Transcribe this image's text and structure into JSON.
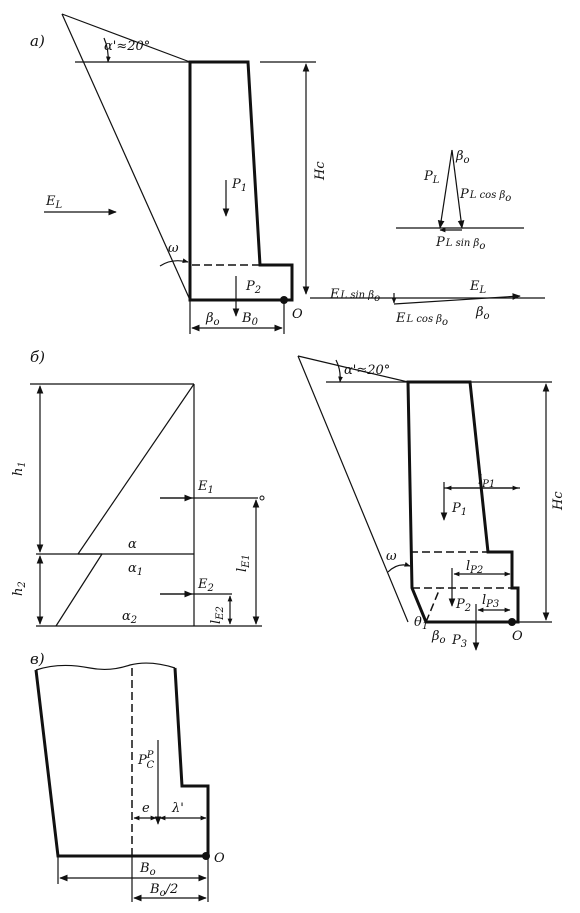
{
  "panels": {
    "a": {
      "heading": "а)",
      "angle": "α'≈20°",
      "force_E": "E",
      "force_E_sub": "L",
      "weight_1": "P",
      "weight_1_sub": "1",
      "weight_2": "P",
      "weight_2_sub": "2",
      "height": "Hc",
      "omega": "ω",
      "beta": "β",
      "beta_sub": "o",
      "base": "B",
      "base_sub": "0",
      "origin": "O",
      "triangle_P": "P",
      "triangle_P_sub": "L",
      "triangle_beta": "β",
      "triangle_beta_sub": "o",
      "triangle_Pcos": "P",
      "triangle_Pcos_tail": "L cos β",
      "triangle_Pcos_sub": "o",
      "triangle_Psin": "P",
      "triangle_Psin_tail": "L sin β",
      "triangle_Psin_sub": "o",
      "Esin": "E",
      "Esin_tail": "L sin β",
      "Esin_sub": "o",
      "Ecos": "E",
      "Ecos_tail": "L cos β",
      "Ecos_sub": "o",
      "E_right": "E",
      "E_right_sub": "L",
      "beta_right": "β",
      "beta_right_sub": "o"
    },
    "b": {
      "heading": "б)",
      "h1": "h",
      "h1_sub": "1",
      "h2": "h",
      "h2_sub": "2",
      "E1": "E",
      "E1_sub": "1",
      "E2": "E",
      "E2_sub": "2",
      "lE1": "l",
      "lE1_sub": "E1",
      "lE2": "l",
      "lE2_sub": "E2",
      "a": "α",
      "a1": "α",
      "a1_sub": "1",
      "a2": "α",
      "a2_sub": "2"
    },
    "c": {
      "angle": "α'≈20°",
      "height": "Hc",
      "lP1": "l",
      "lP1_sub": "P1",
      "lP2": "l",
      "lP2_sub": "P2",
      "lP3": "l",
      "lP3_sub": "P3",
      "P1": "P",
      "P1_sub": "1",
      "P2": "P",
      "P2_sub": "2",
      "P3": "P",
      "P3_sub": "3",
      "omega": "ω",
      "theta": "θ",
      "theta_sub": "1",
      "beta": "β",
      "beta_sub": "o",
      "origin": "O"
    },
    "d": {
      "heading": "в)",
      "force": "P",
      "force_sup": "P",
      "force_sub": "C",
      "e": "e",
      "lambda": "λ'",
      "base": "B",
      "base_sub": "o",
      "half_base": "B",
      "half_base_sub": "o",
      "half_base_tail": "/2",
      "origin": "O"
    }
  }
}
